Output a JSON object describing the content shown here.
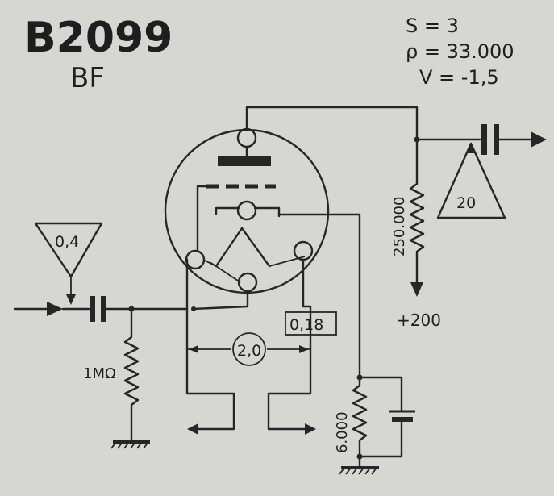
{
  "header": {
    "tube_code": "B2099",
    "function": "BF"
  },
  "parameters": {
    "s": "S = 3",
    "rho": "ρ = 33.000",
    "v": "V = -1,5"
  },
  "labels": {
    "input_level": "0,4",
    "output_level": "20",
    "grid_resistor": "1MΩ",
    "plate_resistor": "250.000",
    "supply": "+200",
    "filament_current": "0,18",
    "filament_voltage": "2,0",
    "cathode_resistor": "6.000"
  }
}
